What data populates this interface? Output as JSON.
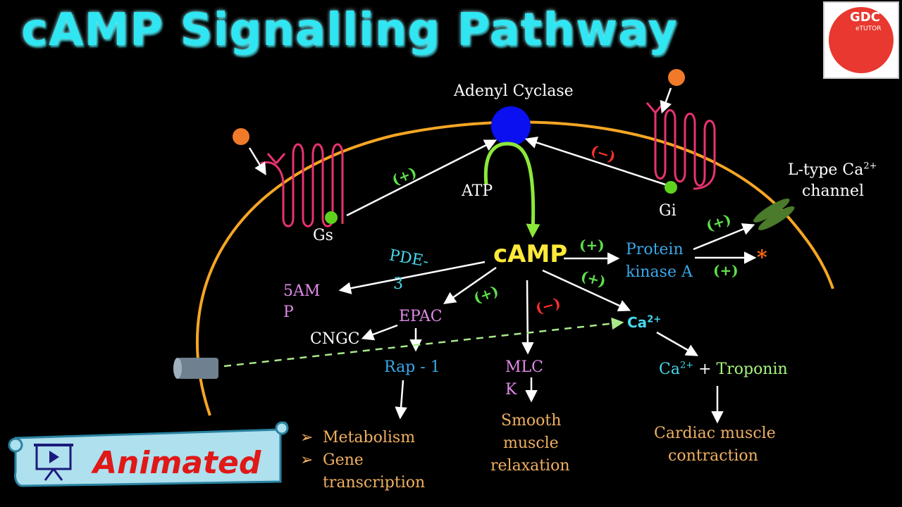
{
  "title": "cAMP Signalling Pathway",
  "logo": {
    "line1": "GDC",
    "line2": "eTUTOR"
  },
  "badge": {
    "text": "Animated",
    "icon": "presentation-icon"
  },
  "labels": {
    "adenyl_cyclase": "Adenyl Cyclase",
    "atp": "ATP",
    "gs": "Gs",
    "gi": "Gi",
    "camp": "cAMP",
    "pde3_line1": "PDE-",
    "pde3_line2": "3",
    "amp_line1": "5AM",
    "amp_line2": "P",
    "epac": "EPAC",
    "cngc": "CNGC",
    "rap1": "Rap - 1",
    "mlck_line1": "MLC",
    "mlck_line2": "K",
    "pka_line1": "Protein",
    "pka_line2": "kinase A",
    "ltype_line1": "L-type Ca",
    "ltype_sup": "2+",
    "ltype_line2": "channel",
    "ca": "Ca",
    "ca_sup": "2+",
    "troponin_ca": "Ca",
    "troponin_sup": "2+",
    "troponin_plus": " + ",
    "troponin": "Troponin",
    "smooth_line1": "Smooth",
    "smooth_line2": "muscle",
    "smooth_line3": "relaxation",
    "cardiac_line1": "Cardiac muscle",
    "cardiac_line2": "contraction",
    "star": "*"
  },
  "effects": {
    "gs_to_ac": "(+)",
    "gi_to_ac": "(−)",
    "camp_to_pka": "(+)",
    "camp_to_epac": "(+)",
    "camp_to_mlck": "(−)",
    "camp_to_ca": "(+)",
    "pka_to_ltype": "(+)",
    "pka_to_star": "(+)"
  },
  "bullets": [
    "Metabolism",
    "Gene",
    "transcription"
  ],
  "colors": {
    "title": "#2fe6f2",
    "membrane": "#f5a623",
    "receptor": "#e8336d",
    "adenyl_cyclase": "#0a10f0",
    "g_protein": "#5fd21e",
    "ligand": "#f07a2a",
    "arrow_green": "#8ce83a",
    "camp": "#ffe93a",
    "activate": "#5ee04a",
    "inhibit": "#ff2f2f",
    "l_type_channel": "#4a7a2a"
  }
}
